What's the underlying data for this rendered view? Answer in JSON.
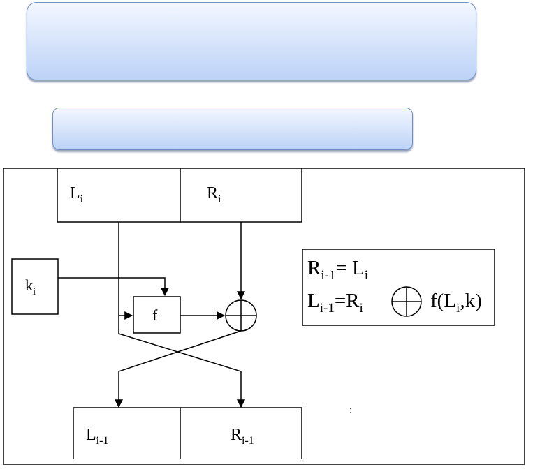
{
  "diagram": {
    "top_left_block": {
      "base": "L",
      "sub": "i"
    },
    "top_right_block": {
      "base": "R",
      "sub": "i"
    },
    "key_block": {
      "base": "k",
      "sub": "i"
    },
    "function_block": "f",
    "bottom_left_block": {
      "base": "L",
      "sub": "i-1"
    },
    "bottom_right_block": {
      "base": "R",
      "sub": "i-1"
    },
    "equations": {
      "line1": {
        "lhs_base": "R",
        "lhs_sub": "i-1",
        "rhs": "= L",
        "rhs_sub": "i"
      },
      "line2": {
        "lhs_base": "L",
        "lhs_sub": "i-1",
        "eq": "=R",
        "eq_sub": "i",
        "func_open": "f(L",
        "func_sub": "i",
        "func_close": ",k)"
      }
    },
    "stray_mark": ":"
  }
}
